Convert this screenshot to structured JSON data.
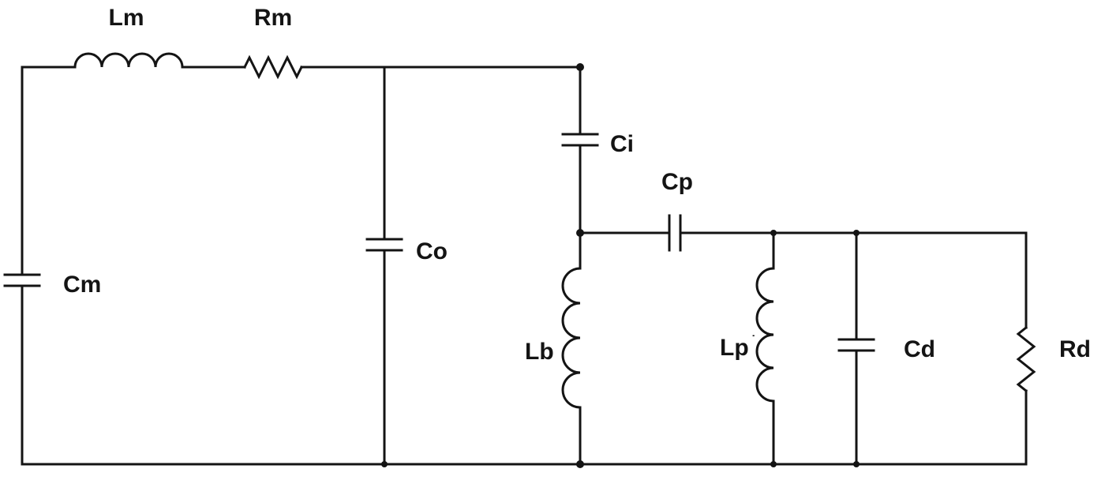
{
  "diagram": {
    "type": "circuit-schematic",
    "kind": "electrical equivalent circuit (lumped-element network)",
    "line_color": "#141414",
    "background_color": "#ffffff",
    "components": [
      {
        "ref": "Lm",
        "type": "inductor",
        "orientation": "horizontal",
        "location": "top series branch, leftmost"
      },
      {
        "ref": "Rm",
        "type": "resistor",
        "orientation": "horizontal",
        "location": "top series branch, right of Lm"
      },
      {
        "ref": "Cm",
        "type": "capacitor",
        "orientation": "vertical",
        "location": "left shunt branch to bottom rail"
      },
      {
        "ref": "Co",
        "type": "capacitor",
        "orientation": "vertical",
        "location": "middle shunt branch to bottom rail"
      },
      {
        "ref": "Ci",
        "type": "capacitor",
        "orientation": "vertical",
        "location": "series element in second vertical branch, below top rail"
      },
      {
        "ref": "Cp",
        "type": "capacitor",
        "orientation": "horizontal",
        "location": "series element in middle horizontal branch, right of Ci node"
      },
      {
        "ref": "Lb",
        "type": "inductor",
        "orientation": "vertical",
        "location": "shunt branch below Ci node to bottom rail"
      },
      {
        "ref": "Lp",
        "type": "inductor",
        "orientation": "vertical",
        "location": "shunt branch right of Cp to bottom rail"
      },
      {
        "ref": "Cd",
        "type": "capacitor",
        "orientation": "vertical",
        "location": "shunt branch right of Lp to bottom rail"
      },
      {
        "ref": "Rd",
        "type": "resistor",
        "orientation": "vertical",
        "location": "rightmost shunt branch to bottom rail"
      }
    ],
    "labels": {
      "Lm": "Lm",
      "Rm": "Rm",
      "Cm": "Cm",
      "Co": "Co",
      "Ci": "Ci",
      "Cp": "Cp",
      "Lb": "Lb",
      "Lp": "Lp",
      "Lp_mark": "˙",
      "Cd": "Cd",
      "Rd": "Rd"
    }
  }
}
